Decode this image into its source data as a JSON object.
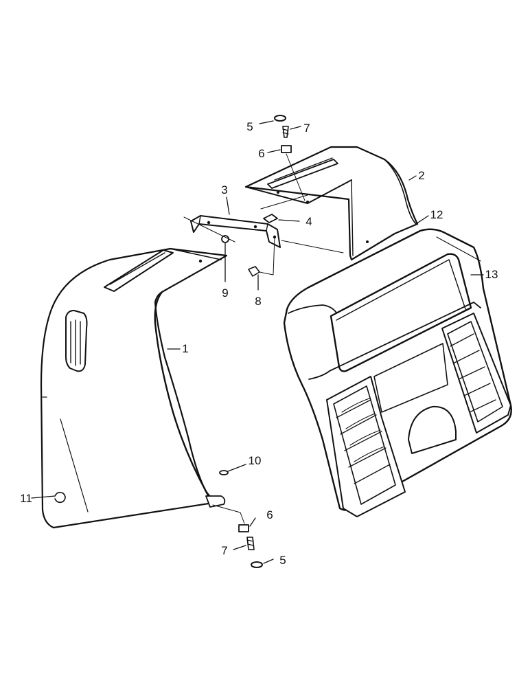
{
  "diagram": {
    "callouts": [
      {
        "id": "c5a",
        "label": "5"
      },
      {
        "id": "c7a",
        "label": "7"
      },
      {
        "id": "c6a",
        "label": "6"
      },
      {
        "id": "c2",
        "label": "2"
      },
      {
        "id": "c3",
        "label": "3"
      },
      {
        "id": "c4",
        "label": "4"
      },
      {
        "id": "c12",
        "label": "12"
      },
      {
        "id": "c9",
        "label": "9"
      },
      {
        "id": "c8",
        "label": "8"
      },
      {
        "id": "c13",
        "label": "13"
      },
      {
        "id": "c1",
        "label": "1"
      },
      {
        "id": "c10",
        "label": "10"
      },
      {
        "id": "c11",
        "label": "11"
      },
      {
        "id": "c6b",
        "label": "6"
      },
      {
        "id": "c7b",
        "label": "7"
      },
      {
        "id": "c5b",
        "label": "5"
      }
    ]
  }
}
